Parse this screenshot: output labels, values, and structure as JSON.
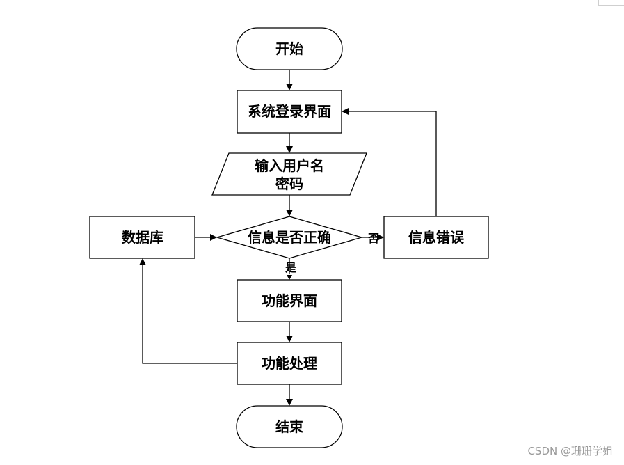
{
  "nodes": {
    "start": "开始",
    "login_screen": "系统登录界面",
    "input_line1": "输入用户名",
    "input_line2": "密码",
    "decision": "信息是否正确",
    "database": "数据库",
    "info_error": "信息错误",
    "function_screen": "功能界面",
    "function_process": "功能处理",
    "end": "结束"
  },
  "edges": {
    "no": "否",
    "yes": "是"
  },
  "watermark": "CSDN @珊珊学姐"
}
